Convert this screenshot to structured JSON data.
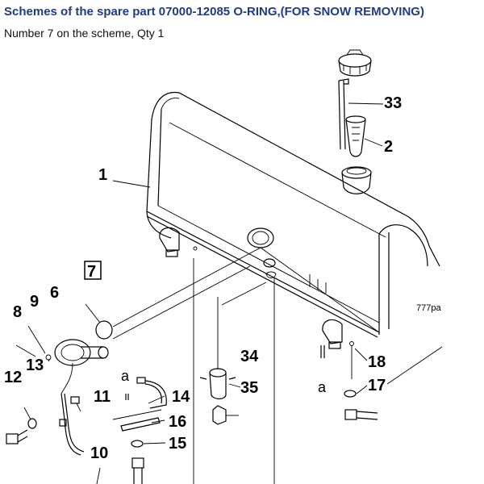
{
  "header": {
    "title": "Schemes of the spare part 07000-12085 O-RING,(FOR SNOW REMOVING)",
    "subtitle": "Number 7 on the scheme, Qty 1"
  },
  "scheme": {
    "code": "777pa",
    "highlighted": "7",
    "letter_a": "a",
    "callouts": {
      "n1": "1",
      "n2": "2",
      "n6": "6",
      "n7": "7",
      "n8": "8",
      "n9": "9",
      "n10": "10",
      "n11": "11",
      "n12": "12",
      "n13": "13",
      "n14": "14",
      "n15": "15",
      "n16": "16",
      "n17": "17",
      "n18": "18",
      "n33": "33",
      "n34": "34",
      "n35": "35"
    }
  }
}
